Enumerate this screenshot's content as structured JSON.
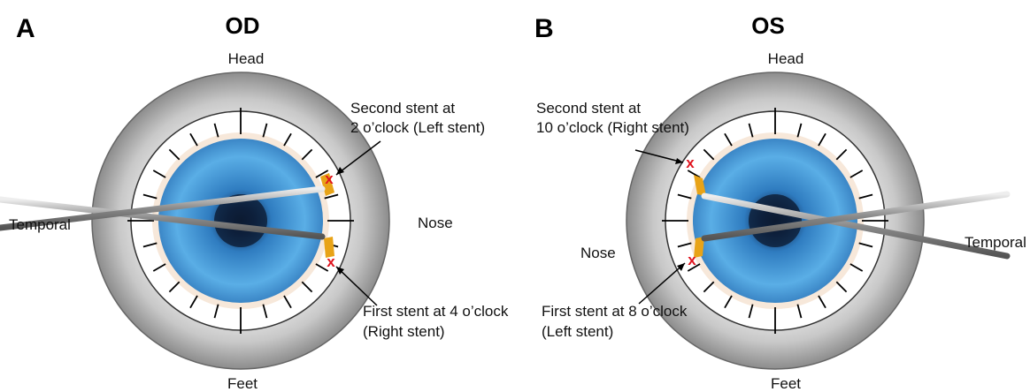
{
  "panels": [
    {
      "letter": "A",
      "eye": "OD",
      "top": "Head",
      "bottom": "Feet",
      "left": "Temporal",
      "right": "Nose",
      "upper_note": [
        "Second stent at",
        "2 o’clock (Left stent)"
      ],
      "lower_note": [
        "First stent at 4 o’clock",
        "(Right stent)"
      ],
      "marker": "x"
    },
    {
      "letter": "B",
      "eye": "OS",
      "top": "Head",
      "bottom": "Feet",
      "left": "Nose",
      "right": "Temporal",
      "upper_note": [
        "Second stent at",
        "10 o’clock (Right stent)"
      ],
      "lower_note": [
        "First stent at 8 o’clock",
        "(Left stent)"
      ],
      "marker": "x"
    }
  ],
  "colors": {
    "iris": "#4a9ed8",
    "pupil": "#0d1b33",
    "stent": "#e8a317",
    "marker": "#e0141e"
  }
}
